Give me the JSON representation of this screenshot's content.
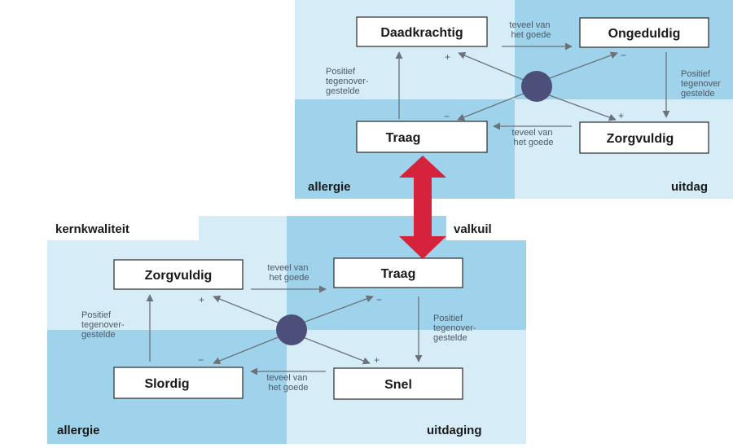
{
  "colors": {
    "panel_light": "#d6ecf7",
    "panel_dark": "#9fd3ec",
    "arrow_gray": "#6b7278",
    "center_dot": "#4c4f7a",
    "double_arrow": "#d4233b",
    "box_border": "#2a2a2a"
  },
  "icons": {
    "center": "circle-dot-icon",
    "link": "double-headed-arrow-icon"
  },
  "top": {
    "quality": "Daadkrachtig",
    "pitfall": "Ongeduldig",
    "challenge": "Zorgvuldig",
    "allergy": "Traag",
    "top_arrow_label": [
      "teveel van",
      "het goede"
    ],
    "bottom_arrow_label": [
      "teveel van",
      "het goede"
    ],
    "left_arrow_label": [
      "Positief",
      "tegenover-",
      "gestelde"
    ],
    "right_arrow_label": [
      "Positief",
      "tegenover",
      "gestelde"
    ],
    "corner_allergy": "allergie",
    "corner_challenge": "uitdag",
    "sign_plus_1": "+",
    "sign_minus_1": "−",
    "sign_minus_2": "−",
    "sign_plus_2": "+"
  },
  "bottom": {
    "corner_quality": "kernkwaliteit",
    "corner_pitfall": "valkuil",
    "quality": "Zorgvuldig",
    "pitfall": "Traag",
    "challenge": "Snel",
    "allergy": "Slordig",
    "top_arrow_label": [
      "teveel van",
      "het goede"
    ],
    "bottom_arrow_label": [
      "teveel van",
      "het goede"
    ],
    "left_arrow_label": [
      "Positief",
      "tegenover-",
      "gestelde"
    ],
    "right_arrow_label": [
      "Positief",
      "tegenover-",
      "gestelde"
    ],
    "corner_allergy": "allergie",
    "corner_challenge": "uitdaging",
    "sign_plus_1": "+",
    "sign_minus_1": "−",
    "sign_minus_2": "−",
    "sign_plus_2": "+"
  }
}
